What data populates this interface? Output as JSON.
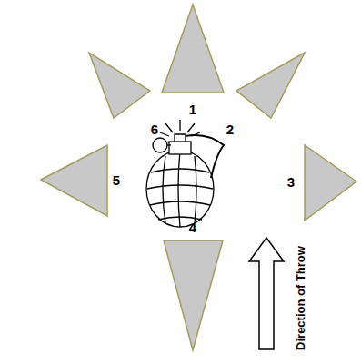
{
  "diagram": {
    "labels": [
      "1",
      "2",
      "3",
      "4",
      "5",
      "6",
      "Direction of Throw"
    ]
  }
}
